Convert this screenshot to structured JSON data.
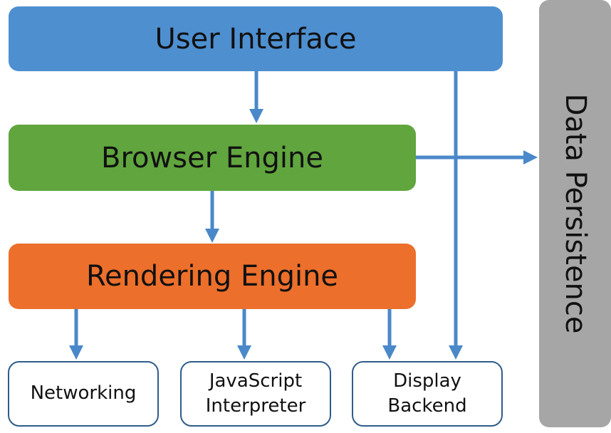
{
  "diagram": {
    "layers": {
      "user_interface": "User Interface",
      "browser_engine": "Browser Engine",
      "rendering_engine": "Rendering Engine"
    },
    "components": {
      "networking": [
        "Networking"
      ],
      "javascript_interpreter": [
        "JavaScript",
        "Interpreter"
      ],
      "display_backend": [
        "Display",
        "Backend"
      ]
    },
    "data_persistence": "Data Persistence",
    "colors": {
      "user_interface": "#4e8fd0",
      "browser_engine": "#60a53e",
      "rendering_engine": "#ec6f2b",
      "data_persistence": "#a6a6a6",
      "arrows": "#4a88c9",
      "component_border": "#2f5c8a"
    }
  }
}
